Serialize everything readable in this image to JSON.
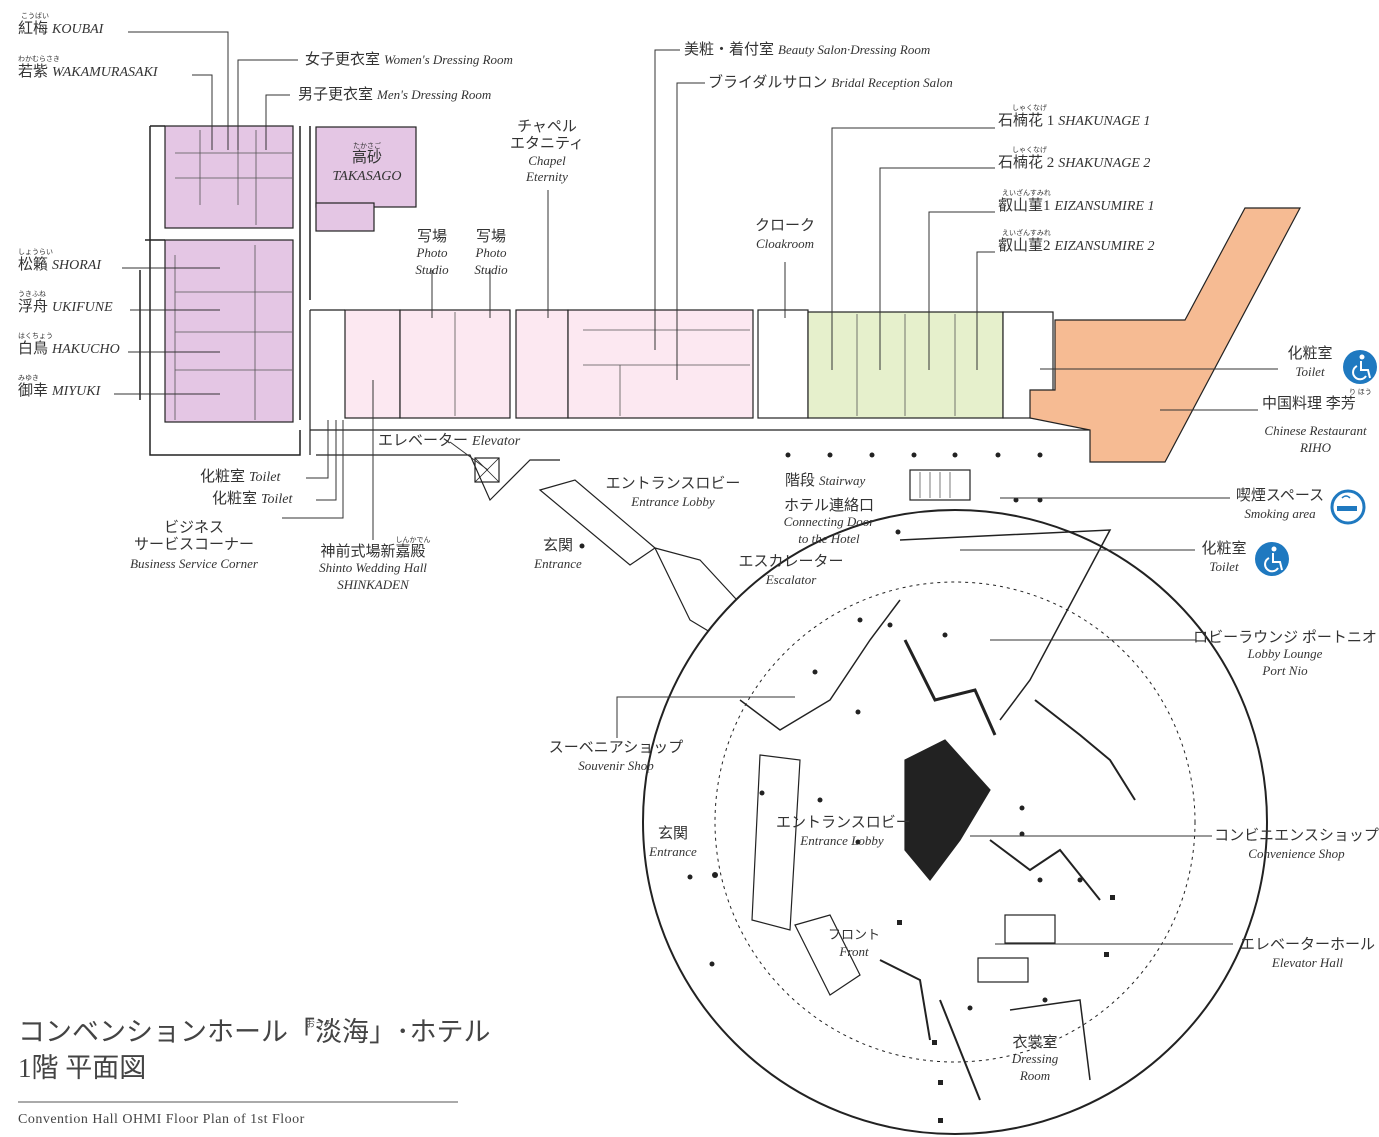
{
  "title": {
    "line1": "コンベンションホール「淡海」･ホテル",
    "line1_ruby": "おうみ",
    "line2": "1階 平面図",
    "english": "Convention Hall OHMI Floor Plan of 1st Floor"
  },
  "colors": {
    "banquet_purple": "#e4c6e4",
    "corridor_pink": "#fce8f1",
    "room_green": "#e6f0cc",
    "restaurant_orange": "#f6bb93",
    "icon_blue": "#1f79c0",
    "line": "#222222"
  },
  "rooms": {
    "koubai": {
      "ruby": "こうばい",
      "jp": "紅梅",
      "en": "KOUBAI"
    },
    "wakamurasaki": {
      "ruby": "わかむらさき",
      "jp": "若紫",
      "en": "WAKAMURASAKI"
    },
    "women_dressing": {
      "jp": "女子更衣室",
      "en": "Women's Dressing Room"
    },
    "men_dressing": {
      "jp": "男子更衣室",
      "en": "Men's Dressing Room"
    },
    "takasago": {
      "ruby": "たかさご",
      "jp": "高砂",
      "en": "TAKASAGO"
    },
    "shorai": {
      "ruby": "しょうらい",
      "jp": "松籟",
      "en": "SHORAI"
    },
    "ukifune": {
      "ruby": "うきふね",
      "jp": "浮舟",
      "en": "UKIFUNE"
    },
    "hakucho": {
      "ruby": "はくちょう",
      "jp": "白鳥",
      "en": "HAKUCHO"
    },
    "miyuki": {
      "ruby": "みゆき",
      "jp": "御幸",
      "en": "MIYUKI"
    },
    "photo1": {
      "jp": "写場",
      "en1": "Photo",
      "en2": "Studio"
    },
    "photo2": {
      "jp": "写場",
      "en1": "Photo",
      "en2": "Studio"
    },
    "chapel": {
      "jp1": "チャペル",
      "jp2": "エタニティ",
      "en1": "Chapel",
      "en2": "Eternity"
    },
    "beauty": {
      "jp": "美粧・着付室",
      "en": "Beauty Salon·Dressing Room"
    },
    "bridal": {
      "jp": "ブライダルサロン",
      "en": "Bridal Reception Salon"
    },
    "cloak": {
      "jp": "クローク",
      "en": "Cloakroom"
    },
    "shakunage1": {
      "ruby": "しゃくなげ",
      "jp": "石楠花 1",
      "en": "SHAKUNAGE 1"
    },
    "shakunage2": {
      "ruby": "しゃくなげ",
      "jp": "石楠花 2",
      "en": "SHAKUNAGE 2"
    },
    "eizan1": {
      "ruby": "えいざんすみれ",
      "jp": "叡山菫1",
      "en": "EIZANSUMIRE 1"
    },
    "eizan2": {
      "ruby": "えいざんすみれ",
      "jp": "叡山菫2",
      "en": "EIZANSUMIRE 2"
    },
    "toilet_east": {
      "jp": "化粧室",
      "en": "Toilet"
    },
    "chinese": {
      "ruby": "り ほう",
      "jp": "中国料理 李芳",
      "en1": "Chinese Restaurant",
      "en2": "RIHO"
    },
    "elevator": {
      "jp": "エレベーター",
      "en": "Elevator"
    },
    "toilet_a": {
      "jp": "化粧室",
      "en": "Toilet"
    },
    "toilet_b": {
      "jp": "化粧室",
      "en": "Toilet"
    },
    "business": {
      "jp1": "ビジネス",
      "jp2": "サービスコーナー",
      "en": "Business Service Corner"
    },
    "shinkaden": {
      "ruby": "しんかでん",
      "jp": "神前式場新嘉殿",
      "en1": "Shinto Wedding Hall",
      "en2": "SHINKADEN"
    },
    "entrance_lobby_top": {
      "jp": "エントランスロビー",
      "en": "Entrance Lobby"
    },
    "stairway": {
      "jp": "階段",
      "en": "Stairway"
    },
    "connecting": {
      "jp": "ホテル連絡口",
      "en1": "Connecting Door",
      "en2": "to the Hotel"
    },
    "entrance_top": {
      "jp": "玄関",
      "en": "Entrance"
    },
    "escalator": {
      "jp": "エスカレーター",
      "en": "Escalator"
    },
    "smoking": {
      "jp": "喫煙スペース",
      "en": "Smoking area"
    },
    "toilet_hotel": {
      "jp": "化粧室",
      "en": "Toilet"
    },
    "lounge": {
      "jp": "ロビーラウンジ ポートニオ",
      "en1": "Lobby Lounge",
      "en2": "Port Nio"
    },
    "souvenir": {
      "jp": "スーベニアショップ",
      "en": "Souvenir Shop"
    },
    "entrance_hotel": {
      "jp": "玄関",
      "en": "Entrance"
    },
    "entrance_lobby_hotel": {
      "jp": "エントランスロビー",
      "en": "Entrance Lobby"
    },
    "convenience": {
      "jp": "コンビニエンスショップ",
      "en": "Convenience Shop"
    },
    "front": {
      "jp": "フロント",
      "en": "Front"
    },
    "elevator_hall": {
      "jp": "エレベーターホール",
      "en": "Elevator Hall"
    },
    "dressing_hotel": {
      "jp": "衣裳室",
      "en1": "Dressing",
      "en2": "Room"
    }
  },
  "icons": [
    "wheelchair-icon",
    "wheelchair-icon",
    "no-smoking-area-icon"
  ]
}
